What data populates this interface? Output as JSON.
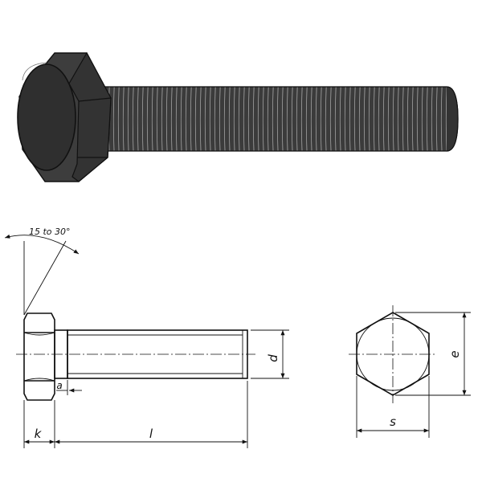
{
  "labels": {
    "chamfer_angle": "15 to 30°",
    "head_height": "k",
    "length": "l",
    "diameter": "d",
    "thread_runout": "a",
    "across_flats": "s",
    "across_corners": "e"
  },
  "colors": {
    "metal": "#3a3a3a",
    "metal_dark": "#2a2a2a",
    "line": "#111111"
  }
}
